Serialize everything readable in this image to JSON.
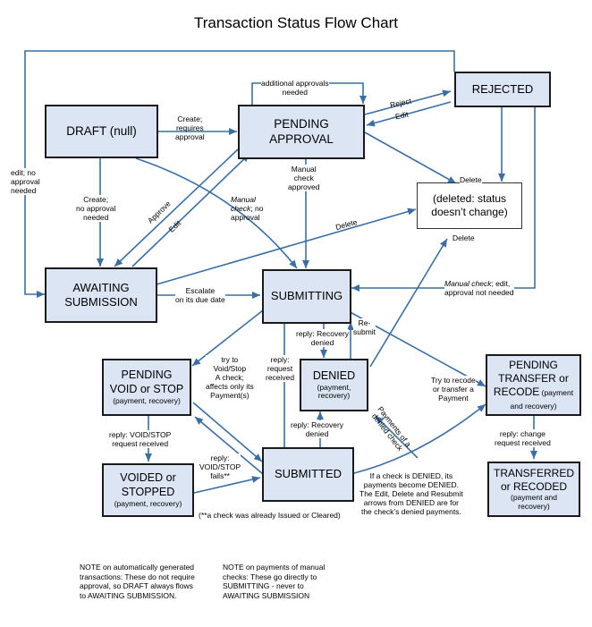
{
  "title": "Transaction Status Flow Chart",
  "nodes": {
    "draft": {
      "name": "DRAFT (null)"
    },
    "pending_approval": {
      "name": "PENDING\nAPPROVAL"
    },
    "rejected": {
      "name": "REJECTED"
    },
    "deleted": {
      "name": "(deleted: status\ndoesn’t change)"
    },
    "awaiting": {
      "name": "AWAITING\nSUBMISSION"
    },
    "submitting": {
      "name": "SUBMITTING"
    },
    "pending_void": {
      "name": "PENDING\nVOID or STOP",
      "sub": "(payment, recovery)"
    },
    "denied": {
      "name": "DENIED",
      "sub": "(payment,\nrecovery)"
    },
    "pending_transfer": {
      "name": "PENDING\nTRANSFER or\nRECODE",
      "name_suffix": " (payment\nand recovery)"
    },
    "voided": {
      "name": "VOIDED or\nSTOPPED",
      "sub": "(payment, recovery)"
    },
    "submitted": {
      "name": "SUBMITTED"
    },
    "transferred": {
      "name": "TRANSFERRED\nor RECODED",
      "sub": "(payment and\nrecovery)"
    }
  },
  "labels": {
    "additional_approvals": "additional approvals\nneeded",
    "create_requires": "Create;\nrequires\napproval",
    "reject": "Reject",
    "edit_top": "Edit",
    "delete_1": "Delete",
    "delete_2": "Delete",
    "delete_3": "Delete",
    "edit_no_approval": "edit; no\napproval\nneeded",
    "create_no_approval": "Create;\nno approval\nneeded",
    "approve": "Approve",
    "edit_diag": "Edit",
    "manual_check_no_approval_em": "Manual\ncheck",
    "manual_check_no_approval_rest": "; no\napproval",
    "manual_check_approved": "Manual\ncheck\napproved",
    "escalate": "Escalate\non its due date",
    "manual_edit_em": "Manual check",
    "manual_edit_rest": "; edit,\napproval not needed",
    "reply_recovery_denied_1": "reply: Recovery\ndenied",
    "resubmit": "Re-\nsubmit",
    "try_void": "try to\nVoid/Stop\nA check;\naffects only its\nPayment(s)",
    "reply_request_received": "reply:\nrequest\nreceived",
    "reply_recovery_denied_2": "reply: Recovery\ndenied",
    "try_recode": "Try to recode\nor transfer a\nPayment",
    "reply_void_received": "reply:  VOID/STOP\nrequest received",
    "reply_void_fails": "reply:\nVOID/STOP\nfails**",
    "payments_denied": "Payments of a\ndenied check",
    "reply_change_received": "reply: change\nrequest received",
    "check_issued_note": "(**a check was already Issued or Cleared)",
    "denied_note": "If a check is DENIED, its\npayments become DENIED.\nThe Edit, Delete and Resubmit\narrows from DENIED are for\nthe check’s denied payments."
  },
  "notes": {
    "auto": "NOTE on automatically generated\ntransactions: These do not require\napproval, so DRAFT always flows\nto AWAITING SUBMISSION.",
    "manual": "NOTE on payments of manual\nchecks:  These go directly to\nSUBMITTING - never to\nAWAITING SUBMISSION"
  },
  "colors": {
    "arrow": "#3a6ea5",
    "node_fill": "#dbe5f3",
    "node_border": "#1a1a1a"
  }
}
